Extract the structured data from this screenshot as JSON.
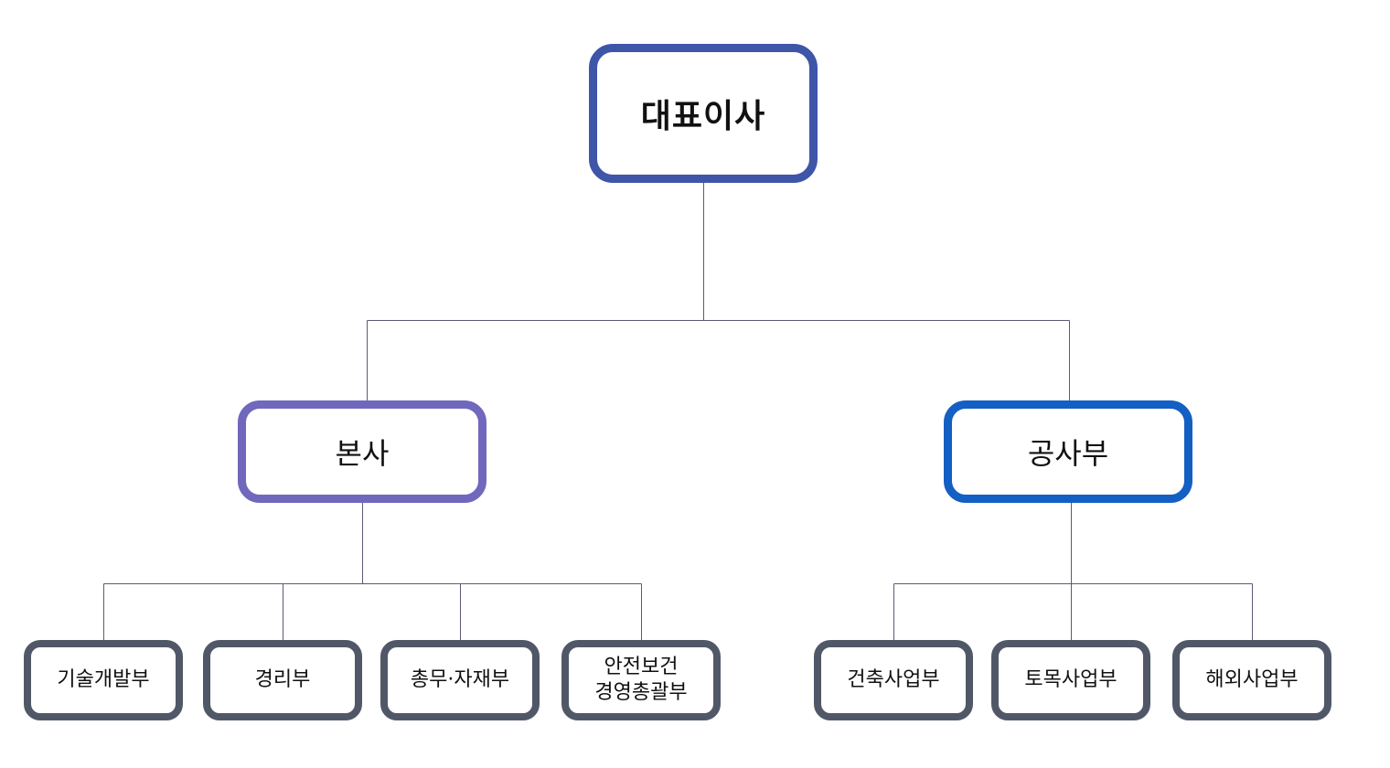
{
  "colors": {
    "ceo_border": "#3f55a8",
    "hq_border": "#7068bd",
    "site_border": "#135fc4",
    "dept_border": "#505868",
    "connector": "#5a5a78",
    "dot": "#10104a"
  },
  "ceo": {
    "label": "대표이사"
  },
  "branches": [
    {
      "label": "본사",
      "departments": [
        "기술개발부",
        "경리부",
        "총무·자재부",
        "안전보건\n경영총괄부"
      ]
    },
    {
      "label": "공사부",
      "departments": [
        "건축사업부",
        "토목사업부",
        "해외사업부"
      ]
    }
  ]
}
